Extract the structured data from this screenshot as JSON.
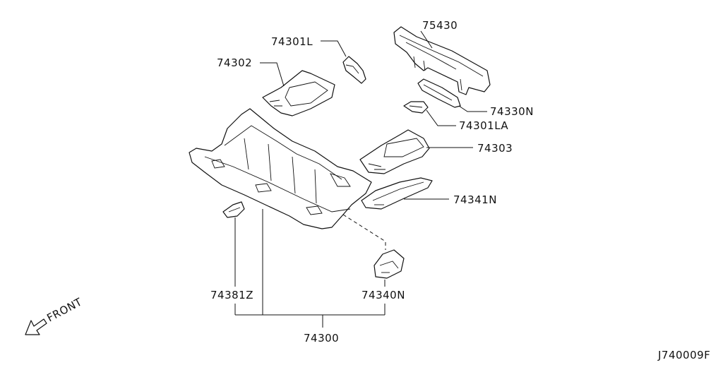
{
  "labels": {
    "p75430": "75430",
    "p74301L": "74301L",
    "p74302": "74302",
    "p74330N": "74330N",
    "p74301LA": "74301LA",
    "p74303": "74303",
    "p74341N": "74341N",
    "p74381Z": "74381Z",
    "p74340N": "74340N",
    "p74300": "74300",
    "front": "FRONT",
    "diagram_code": "J740009F"
  }
}
